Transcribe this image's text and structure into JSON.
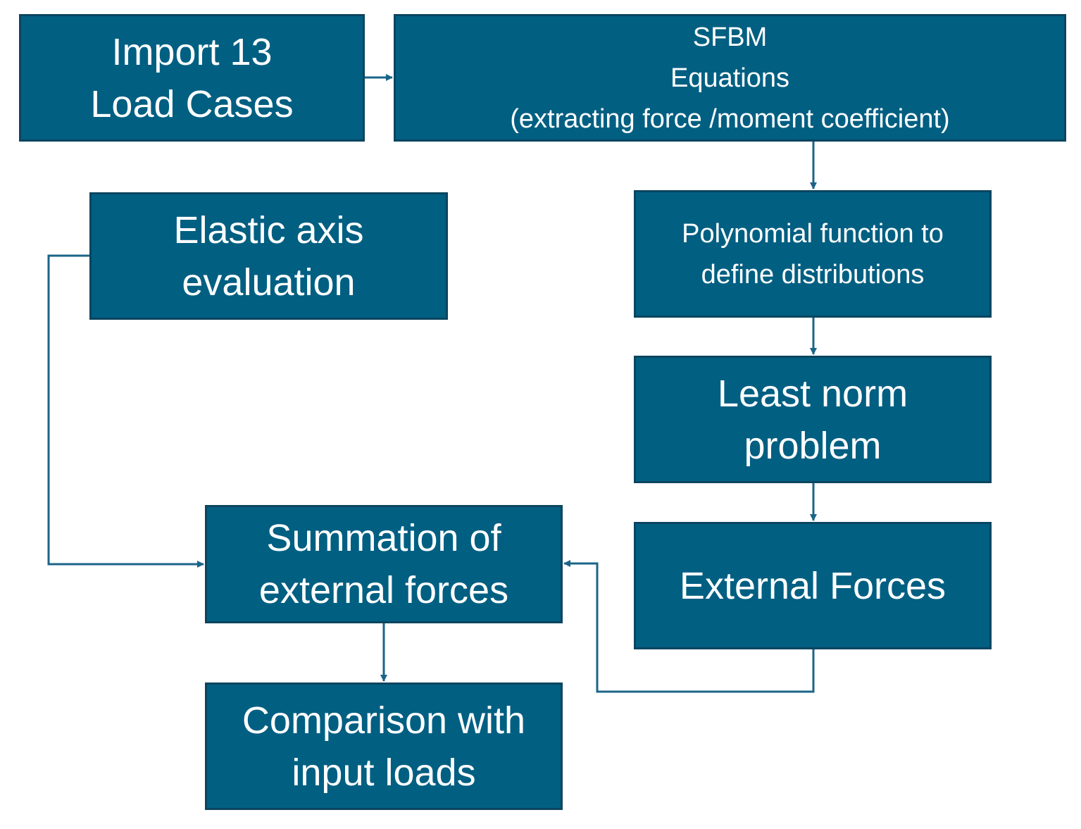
{
  "diagram": {
    "nodes": {
      "import": {
        "lines": [
          "Import 13",
          "Load Cases"
        ]
      },
      "sfbm": {
        "lines": [
          "SFBM",
          "Equations",
          "(extracting force /moment  coefficient)"
        ]
      },
      "elastic": {
        "lines": [
          "Elastic axis",
          "evaluation"
        ]
      },
      "poly": {
        "lines": [
          "Polynomial function to",
          "define distributions"
        ]
      },
      "least": {
        "lines": [
          "Least norm",
          "problem"
        ]
      },
      "external": {
        "lines": [
          "External Forces"
        ]
      },
      "summation": {
        "lines": [
          "Summation of",
          "external forces"
        ]
      },
      "compare": {
        "lines": [
          "Comparison with",
          "input loads"
        ]
      }
    },
    "edges": [
      {
        "from": "import",
        "to": "sfbm"
      },
      {
        "from": "sfbm",
        "to": "poly"
      },
      {
        "from": "poly",
        "to": "least"
      },
      {
        "from": "least",
        "to": "external"
      },
      {
        "from": "external",
        "to": "summation"
      },
      {
        "from": "elastic",
        "to": "summation"
      },
      {
        "from": "summation",
        "to": "compare"
      }
    ],
    "colors": {
      "box_fill": "#015f82",
      "box_border": "#0b4560",
      "text": "#ffffff",
      "connector": "#1b6488"
    }
  }
}
